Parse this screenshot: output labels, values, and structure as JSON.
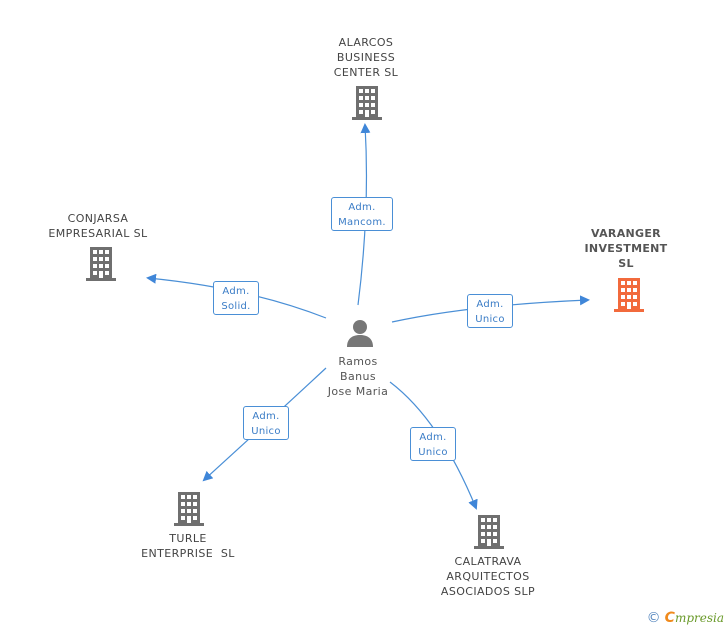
{
  "center": {
    "name_lines": [
      "Ramos",
      "Banus",
      "Jose Maria"
    ]
  },
  "companies": {
    "alarcos": {
      "lines": [
        "ALARCOS",
        "BUSINESS",
        "CENTER SL"
      ]
    },
    "conjarsa": {
      "lines": [
        "CONJARSA",
        "EMPRESARIAL SL"
      ]
    },
    "varanger": {
      "lines": [
        "VARANGER",
        "INVESTMENT",
        "SL"
      ],
      "highlight_color": "#f26a3c"
    },
    "turle": {
      "lines": [
        "TURLE",
        "ENTERPRISE  SL"
      ]
    },
    "calatrava": {
      "lines": [
        "CALATRAVA",
        "ARQUITECTOS",
        "ASOCIADOS SLP"
      ]
    }
  },
  "relations": {
    "alarcos": [
      "Adm.",
      "Mancom."
    ],
    "conjarsa": [
      "Adm.",
      "Solid."
    ],
    "varanger": [
      "Adm.",
      "Unico"
    ],
    "turle": [
      "Adm.",
      "Unico"
    ],
    "calatrava": [
      "Adm.",
      "Unico"
    ]
  },
  "colors": {
    "building_gray": "#6f6f6f",
    "edge_blue": "#4a8fd6",
    "person_gray": "#777777"
  },
  "brand": {
    "copyright": "©",
    "e": "C",
    "rest": "mpresia"
  }
}
